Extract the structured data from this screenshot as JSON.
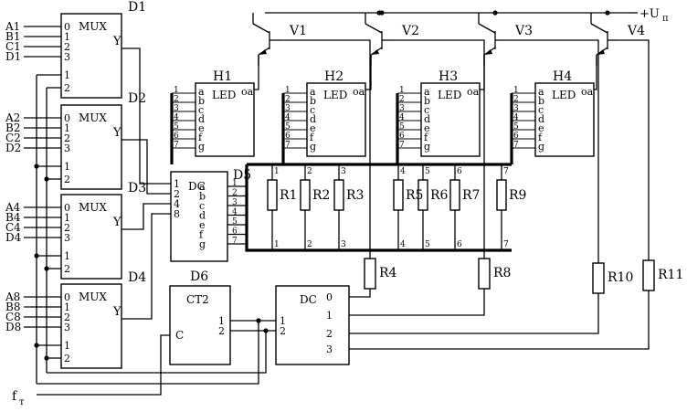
{
  "supply": {
    "label": "+U",
    "sub": "п"
  },
  "clock": {
    "label": "f",
    "sub": "т"
  },
  "mux": [
    {
      "name": "D1",
      "title": "MUX",
      "out": "Y",
      "in": [
        "A1",
        "B1",
        "C1",
        "D1"
      ]
    },
    {
      "name": "D2",
      "title": "MUX",
      "out": "Y",
      "in": [
        "A2",
        "B2",
        "C2",
        "D2"
      ]
    },
    {
      "name": "D3",
      "title": "MUX",
      "out": "Y",
      "in": [
        "A4",
        "B4",
        "C4",
        "D4"
      ]
    },
    {
      "name": "D4",
      "title": "MUX",
      "out": "Y",
      "in": [
        "A8",
        "B8",
        "C8",
        "D8"
      ]
    }
  ],
  "mux_data_pins": [
    "0",
    "1",
    "2",
    "3"
  ],
  "mux_sel_pins": [
    "1",
    "2"
  ],
  "decoder7": {
    "name": "D5",
    "title": "DC",
    "in": [
      "1",
      "2",
      "4",
      "8"
    ],
    "out": [
      "a",
      "b",
      "c",
      "d",
      "e",
      "f",
      "g"
    ],
    "pins": [
      "1",
      "2",
      "3",
      "4",
      "5",
      "6",
      "7"
    ]
  },
  "counter": {
    "name": "D6",
    "title": "CT2",
    "clk": "C",
    "out": [
      "1",
      "2"
    ]
  },
  "decoder2": {
    "title": "DC",
    "in": [
      "1",
      "2"
    ],
    "out": [
      "0",
      "1",
      "2",
      "3"
    ]
  },
  "transistors": [
    "V1",
    "V2",
    "V3",
    "V4"
  ],
  "displays": [
    {
      "name": "H1",
      "title": "LED",
      "common": "oa"
    },
    {
      "name": "H2",
      "title": "LED",
      "common": "oa"
    },
    {
      "name": "H3",
      "title": "LED",
      "common": "oa"
    },
    {
      "name": "H4",
      "title": "LED",
      "common": "oa"
    }
  ],
  "seg_letters": [
    "a",
    "b",
    "c",
    "d",
    "e",
    "f",
    "g"
  ],
  "seg_pins": [
    "1",
    "2",
    "3",
    "4",
    "5",
    "6",
    "7"
  ],
  "seg_resistors": [
    "R1",
    "R2",
    "R3",
    "R5",
    "R6",
    "R7",
    "R9"
  ],
  "seg_res_pins": [
    "1",
    "2",
    "3",
    "4",
    "5",
    "6",
    "7"
  ],
  "base_resistors": [
    "R4",
    "R8",
    "R10",
    "R11"
  ]
}
